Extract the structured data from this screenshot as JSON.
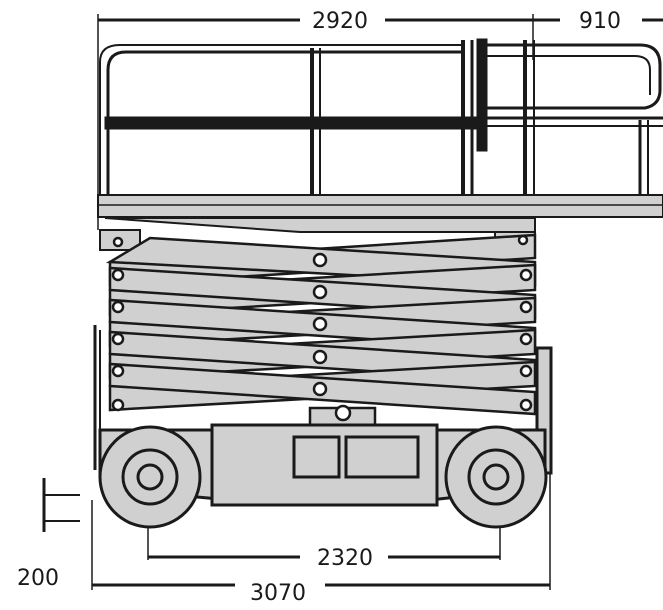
{
  "dimensions": {
    "platform_length": "2920",
    "extension_deck": "910",
    "wheelbase": "2320",
    "ground_clearance": "200",
    "overall_length": "3070"
  },
  "colors": {
    "stroke": "#1a1a1a",
    "fill": "#d0d0d0",
    "background": "#ffffff"
  }
}
